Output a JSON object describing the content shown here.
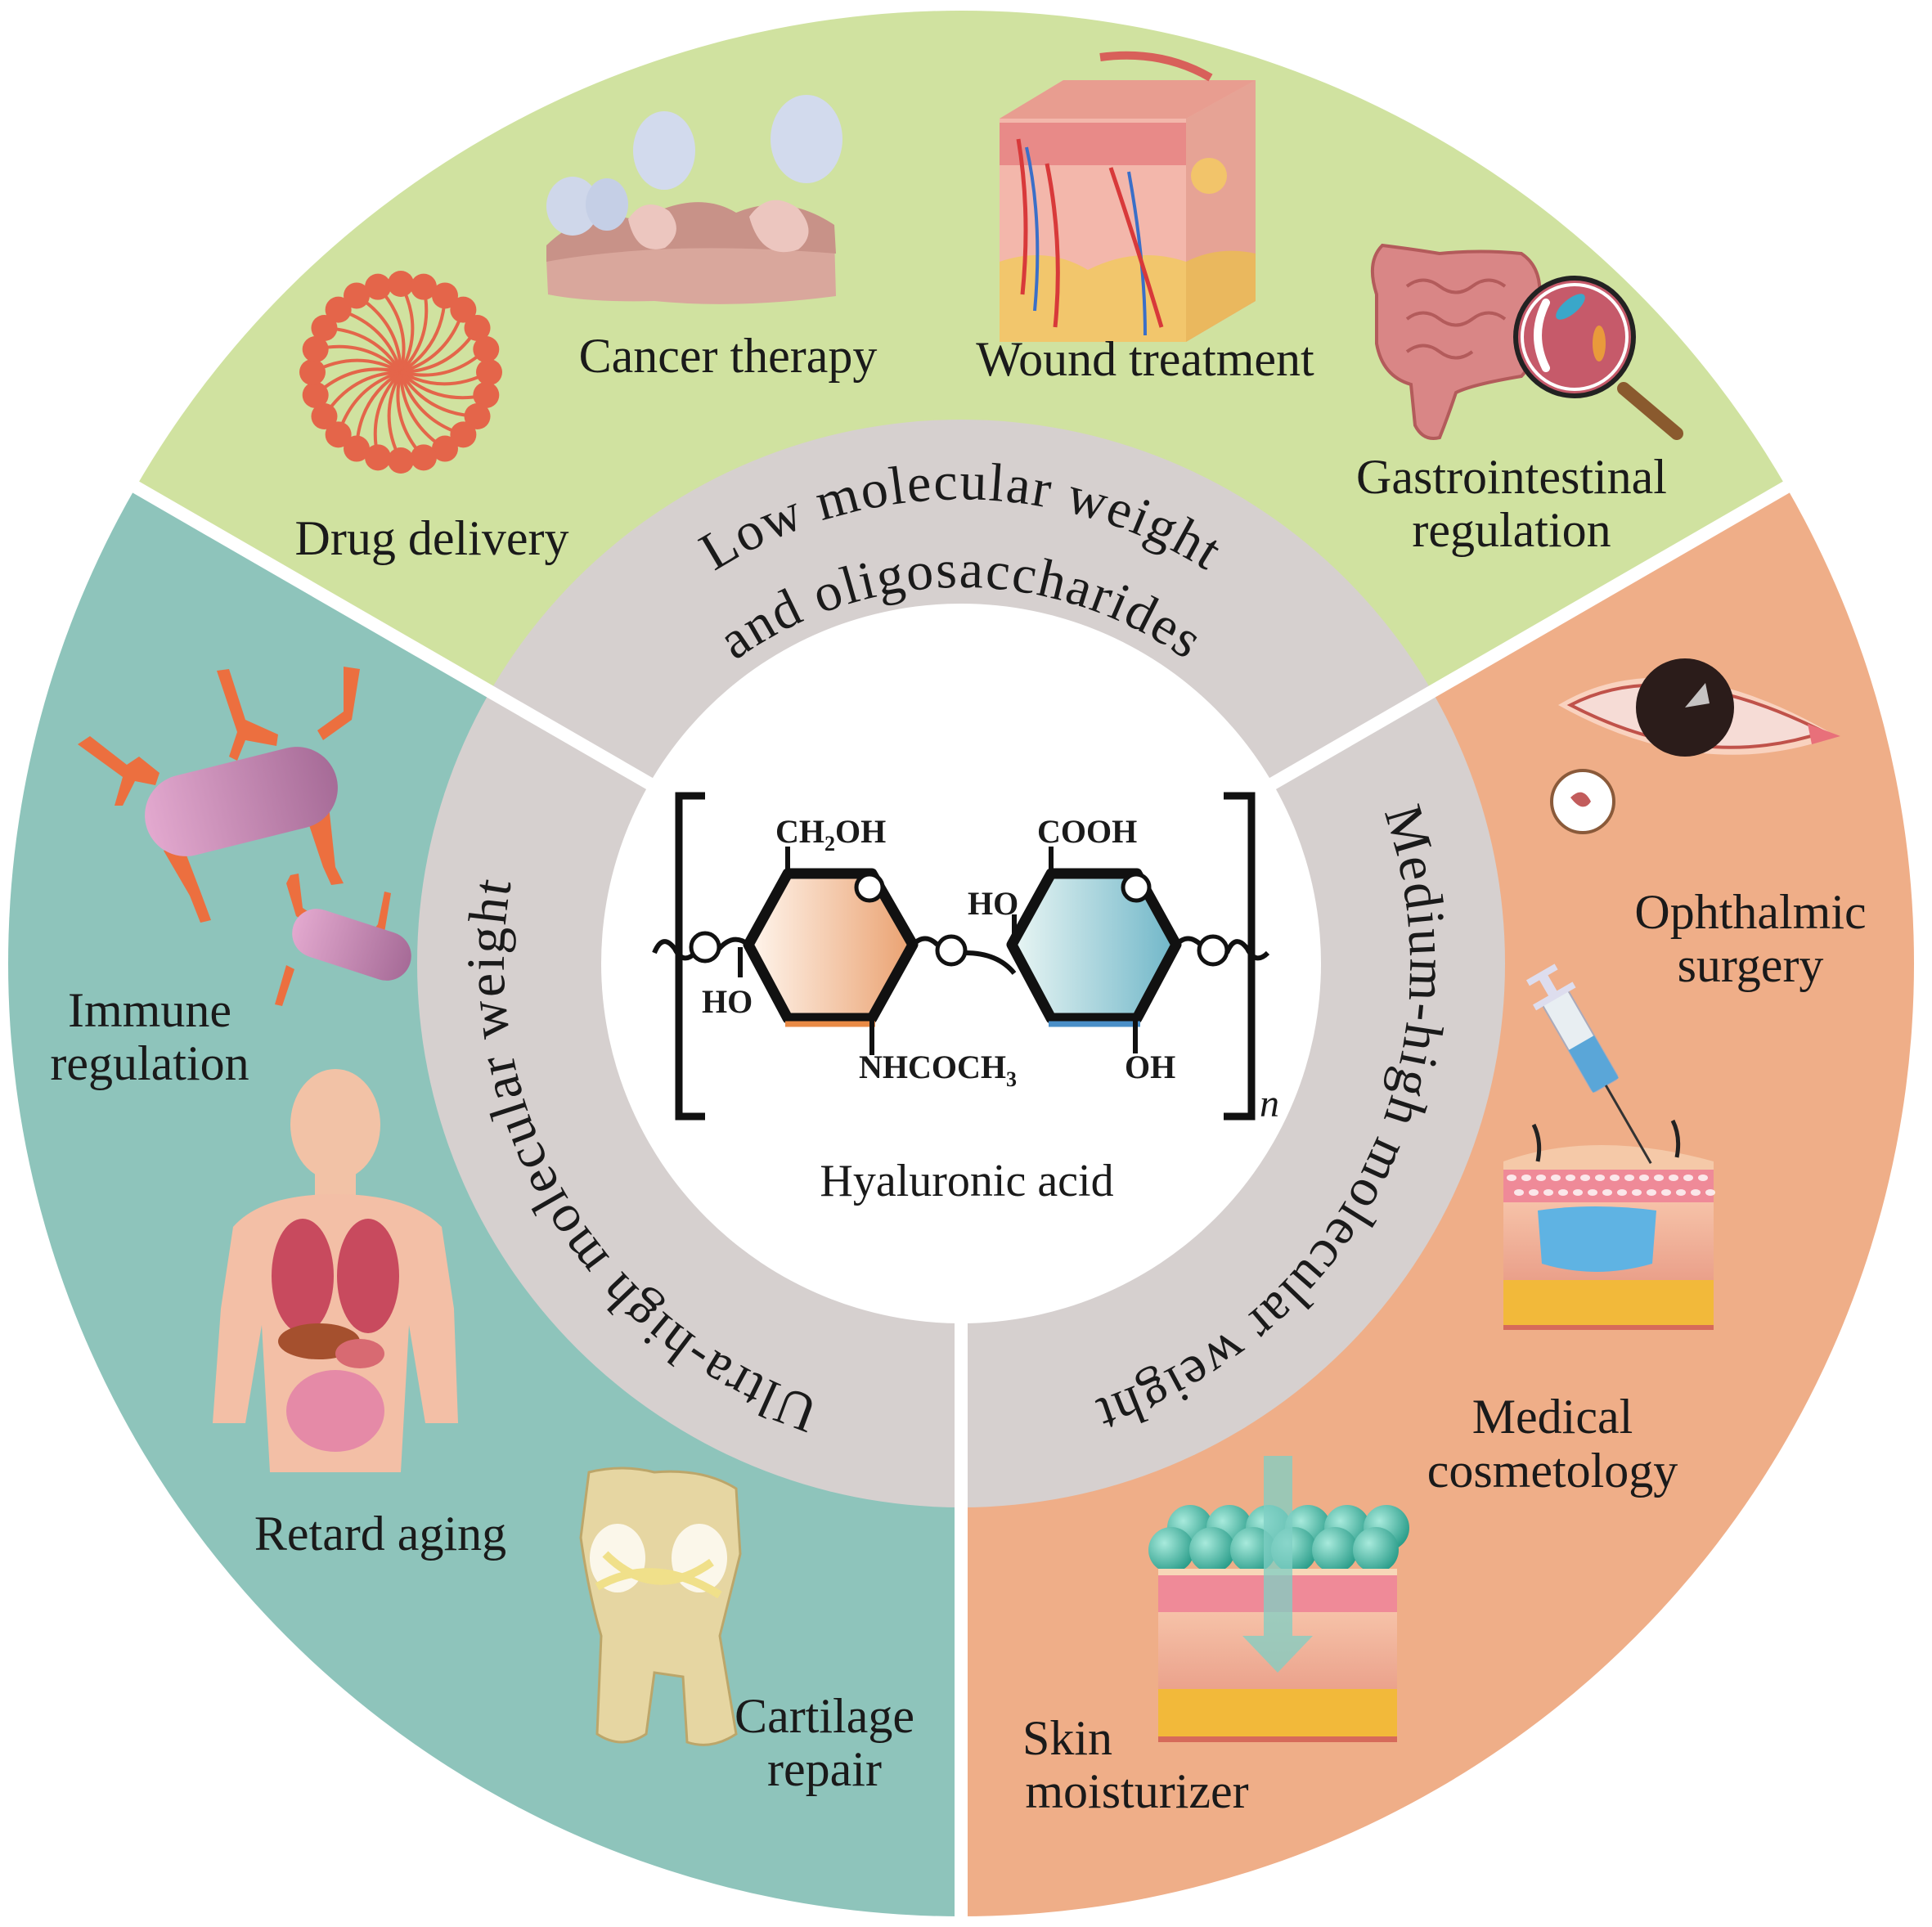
{
  "figure": {
    "title": "Hyaluronic acid",
    "structure": {
      "substituents": {
        "top_left": "CH2OH",
        "top_left_main": "CH",
        "top_left_sub": "2",
        "top_left_tail": "OH",
        "top_right": "COOH",
        "ho_left": "HO",
        "ho_right": "HO",
        "bottom_left_main": "NHCOCH",
        "bottom_left_sub": "3",
        "bottom_right": "OH",
        "repeat": "n"
      }
    },
    "colors": {
      "low_segment": "#d0e2a0",
      "ultra_segment": "#8ec4bb",
      "medium_segment": "#efae88",
      "ring": "#d6d0cf",
      "center": "#ffffff",
      "ring_left": "#f0b48a",
      "ring_right": "#7fbfcb"
    },
    "segments": [
      {
        "id": "low",
        "ring_label_line1": "Low molecular weight",
        "ring_label_line2": "and oligosaccharides",
        "applications": [
          {
            "label": "Drug delivery",
            "icon": "micelle-icon"
          },
          {
            "label": "Cancer therapy",
            "icon": "cancer-cells-icon"
          },
          {
            "label": "Wound treatment",
            "icon": "skin-block-icon"
          },
          {
            "label_line1": "Gastrointestinal",
            "label_line2": "regulation",
            "icon": "intestine-magnifier-icon"
          }
        ]
      },
      {
        "id": "ultra",
        "ring_label": "Ultra-high molecular weight",
        "applications": [
          {
            "label_line1": "Immune",
            "label_line2": "regulation",
            "icon": "antibody-icon"
          },
          {
            "label": "Retard aging",
            "icon": "human-body-icon"
          },
          {
            "label_line1": "Cartilage",
            "label_line2": "repair",
            "icon": "knee-joint-icon"
          }
        ]
      },
      {
        "id": "medium",
        "ring_label": "Medium-high molecular weight",
        "applications": [
          {
            "label_line1": "Ophthalmic",
            "label_line2": "surgery",
            "icon": "eye-icon"
          },
          {
            "label_line1": "Medical",
            "label_line2": "cosmetology",
            "icon": "syringe-skin-icon"
          },
          {
            "label_line1": "Skin",
            "label_line2": "moisturizer",
            "icon": "skin-moisture-icon"
          }
        ]
      }
    ]
  }
}
